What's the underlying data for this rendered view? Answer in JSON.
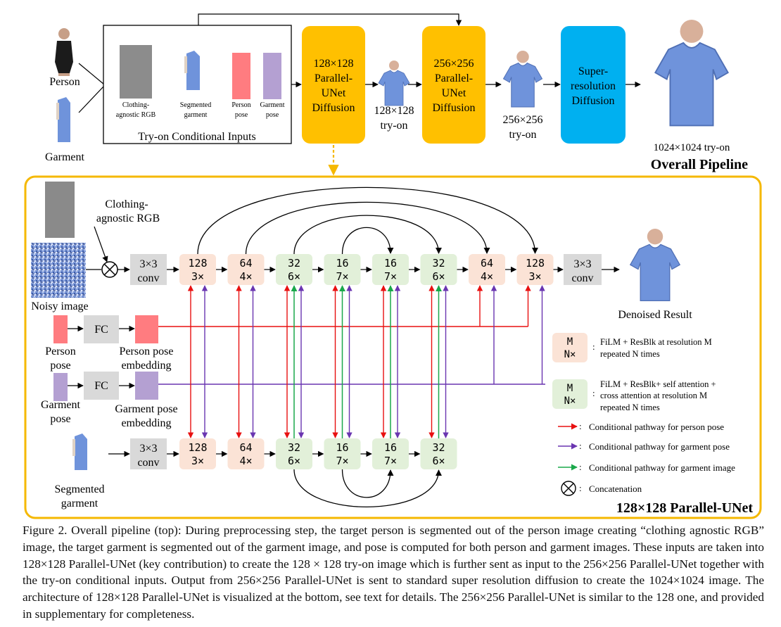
{
  "pipeline": {
    "inputs": {
      "person": "Person",
      "garment": "Garment"
    },
    "conditional": {
      "clothing_agnostic_1": "Clothing-",
      "clothing_agnostic_2": "agnostic RGB",
      "segmented_1": "Segmented",
      "segmented_2": "garment",
      "person_pose_1": "Person",
      "person_pose_2": "pose",
      "garment_pose_1": "Garment",
      "garment_pose_2": "pose",
      "title": "Try-on Conditional Inputs"
    },
    "unet128": [
      "128×128",
      "Parallel-",
      "UNet",
      "Diffusion"
    ],
    "unet256": [
      "256×256",
      "Parallel-",
      "UNet",
      "Diffusion"
    ],
    "superres": [
      "Super-",
      "resolution",
      "Diffusion"
    ],
    "tryon128": [
      "128×128",
      "try-on"
    ],
    "tryon256": [
      "256×256",
      "try-on"
    ],
    "tryon1024": "1024×1024 try-on",
    "title": "Overall Pipeline"
  },
  "parallel_unet": {
    "title": "128×128 Parallel-UNet",
    "clothing_agnostic": [
      "Clothing-",
      "agnostic RGB"
    ],
    "noisy_image": "Noisy image",
    "denoised_result": "Denoised Result",
    "person_pose": [
      "Person",
      "pose"
    ],
    "person_pose_embedding": [
      "Person pose",
      "embedding"
    ],
    "garment_pose": [
      "Garment",
      "pose"
    ],
    "garment_pose_embedding": [
      "Garment pose",
      "embedding"
    ],
    "segmented_garment": [
      "Segmented",
      "garment"
    ],
    "fc_label": "FC",
    "conv_label": [
      "3×3",
      "conv"
    ],
    "top_blocks": [
      {
        "m": "128",
        "n": "3×",
        "kind": "film"
      },
      {
        "m": "64",
        "n": "4×",
        "kind": "film"
      },
      {
        "m": "32",
        "n": "6×",
        "kind": "attn"
      },
      {
        "m": "16",
        "n": "7×",
        "kind": "attn"
      },
      {
        "m": "16",
        "n": "7×",
        "kind": "attn"
      },
      {
        "m": "32",
        "n": "6×",
        "kind": "attn"
      },
      {
        "m": "64",
        "n": "4×",
        "kind": "film"
      },
      {
        "m": "128",
        "n": "3×",
        "kind": "film"
      }
    ],
    "bottom_blocks": [
      {
        "m": "128",
        "n": "3×",
        "kind": "film"
      },
      {
        "m": "64",
        "n": "4×",
        "kind": "film"
      },
      {
        "m": "32",
        "n": "6×",
        "kind": "attn"
      },
      {
        "m": "16",
        "n": "7×",
        "kind": "attn"
      },
      {
        "m": "16",
        "n": "7×",
        "kind": "attn"
      },
      {
        "m": "32",
        "n": "6×",
        "kind": "attn"
      }
    ]
  },
  "legend": {
    "block_m": "M",
    "block_n": "N×",
    "film": [
      "FiLM + ResBlk at resolution M",
      "repeated N times"
    ],
    "attn": [
      "FiLM + ResBlk+ self attention +",
      "cross attention at resolution M",
      "repeated N times"
    ],
    "red": "Conditional pathway for person pose",
    "purple": "Conditional pathway for garment pose",
    "green": "Conditional pathway for garment image",
    "concat": "Concatenation"
  },
  "colors": {
    "yellow_box": "#FFC000",
    "blue_box": "#00B0F0",
    "film_block": "#FBE3D6",
    "attn_block": "#E2F0D9",
    "conv_block": "#D9D9D9",
    "person_pose": "#FF7C80",
    "garment_pose": "#B4A0D2",
    "red": "#E81010",
    "purple": "#6A35B0",
    "green": "#1AA84A",
    "frame": "#F5B800"
  },
  "caption": "Figure 2. Overall pipeline (top): During preprocessing step, the target person is segmented out of the person image creating “clothing agnostic RGB” image, the target garment is segmented out of the garment image, and pose is computed for both person and garment images. These inputs are taken into 128×128 Parallel-UNet (key contribution) to create the 128 × 128 try-on image which is further sent as input to the 256×256 Parallel-UNet together with the try-on conditional inputs. Output from 256×256 Parallel-UNet is sent to standard super resolution diffusion to create the 1024×1024 image. The architecture of 128×128 Parallel-UNet is visualized at the bottom, see text for details. The 256×256 Parallel-UNet is similar to the 128 one, and provided in supplementary for completeness."
}
